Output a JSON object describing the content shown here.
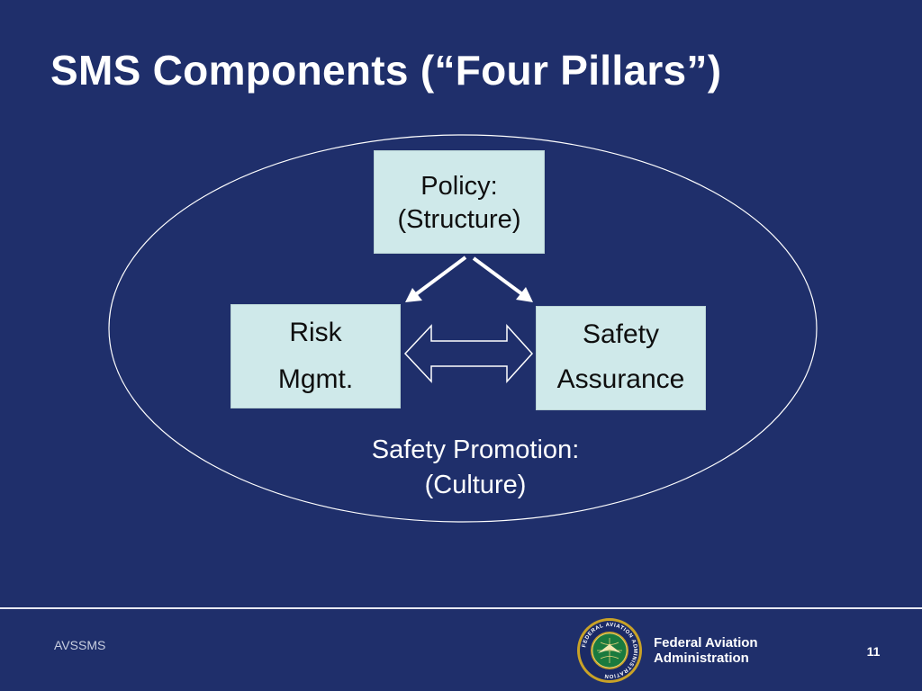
{
  "slide": {
    "title": "SMS Components (“Four Pillars”)",
    "background_color": "#1f2f6b",
    "box_fill_color": "#cfe9ea"
  },
  "diagram": {
    "policy": {
      "line1": "Policy:",
      "line2": "(Structure)"
    },
    "risk": {
      "line1": "Risk",
      "line2": "Mgmt."
    },
    "assurance": {
      "line1": "Safety",
      "line2": "Assurance"
    },
    "promotion": {
      "line1": "Safety Promotion:",
      "line2": "(Culture)"
    },
    "edges": [
      {
        "from": "policy",
        "to": "risk",
        "style": "arrow"
      },
      {
        "from": "policy",
        "to": "assurance",
        "style": "arrow"
      },
      {
        "from": "risk",
        "to": "assurance",
        "style": "double-arrow"
      }
    ]
  },
  "footer": {
    "left_label": "AVSSMS",
    "agency_line1": "Federal Aviation",
    "agency_line2": "Administration",
    "seal_text": "FEDERAL AVIATION ADMINISTRATION",
    "page_number": "11"
  }
}
